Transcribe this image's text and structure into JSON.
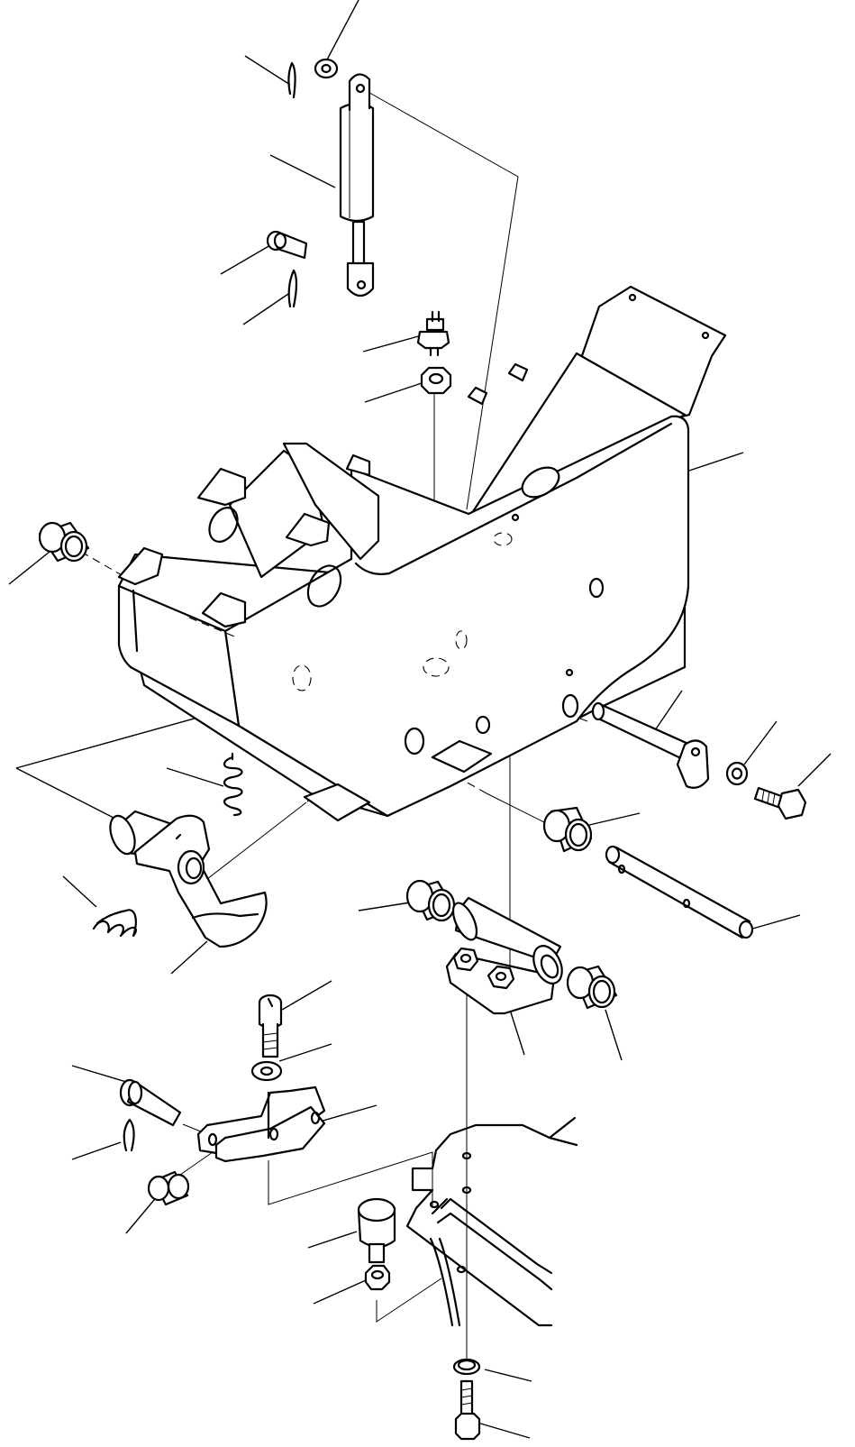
{
  "figure": {
    "type": "exploded-parts-diagram",
    "callout_labels": "none printed",
    "background": "#ffffff",
    "line_color": "#000000"
  },
  "parts": [
    {
      "name": "gas-spring"
    },
    {
      "name": "clevis-pin"
    },
    {
      "name": "cotter-pin",
      "count": 3
    },
    {
      "name": "washer",
      "count": 4
    },
    {
      "name": "pressure-switch"
    },
    {
      "name": "nut",
      "count": 2
    },
    {
      "name": "pedal-bracket"
    },
    {
      "name": "bushing",
      "count": 5
    },
    {
      "name": "shaft",
      "count": 2
    },
    {
      "name": "bolt",
      "count": 3
    },
    {
      "name": "pedal-arm"
    },
    {
      "name": "spring",
      "count": 2
    },
    {
      "name": "hinge-block"
    },
    {
      "name": "link-plate"
    },
    {
      "name": "stopper"
    },
    {
      "name": "floor-plate"
    }
  ]
}
